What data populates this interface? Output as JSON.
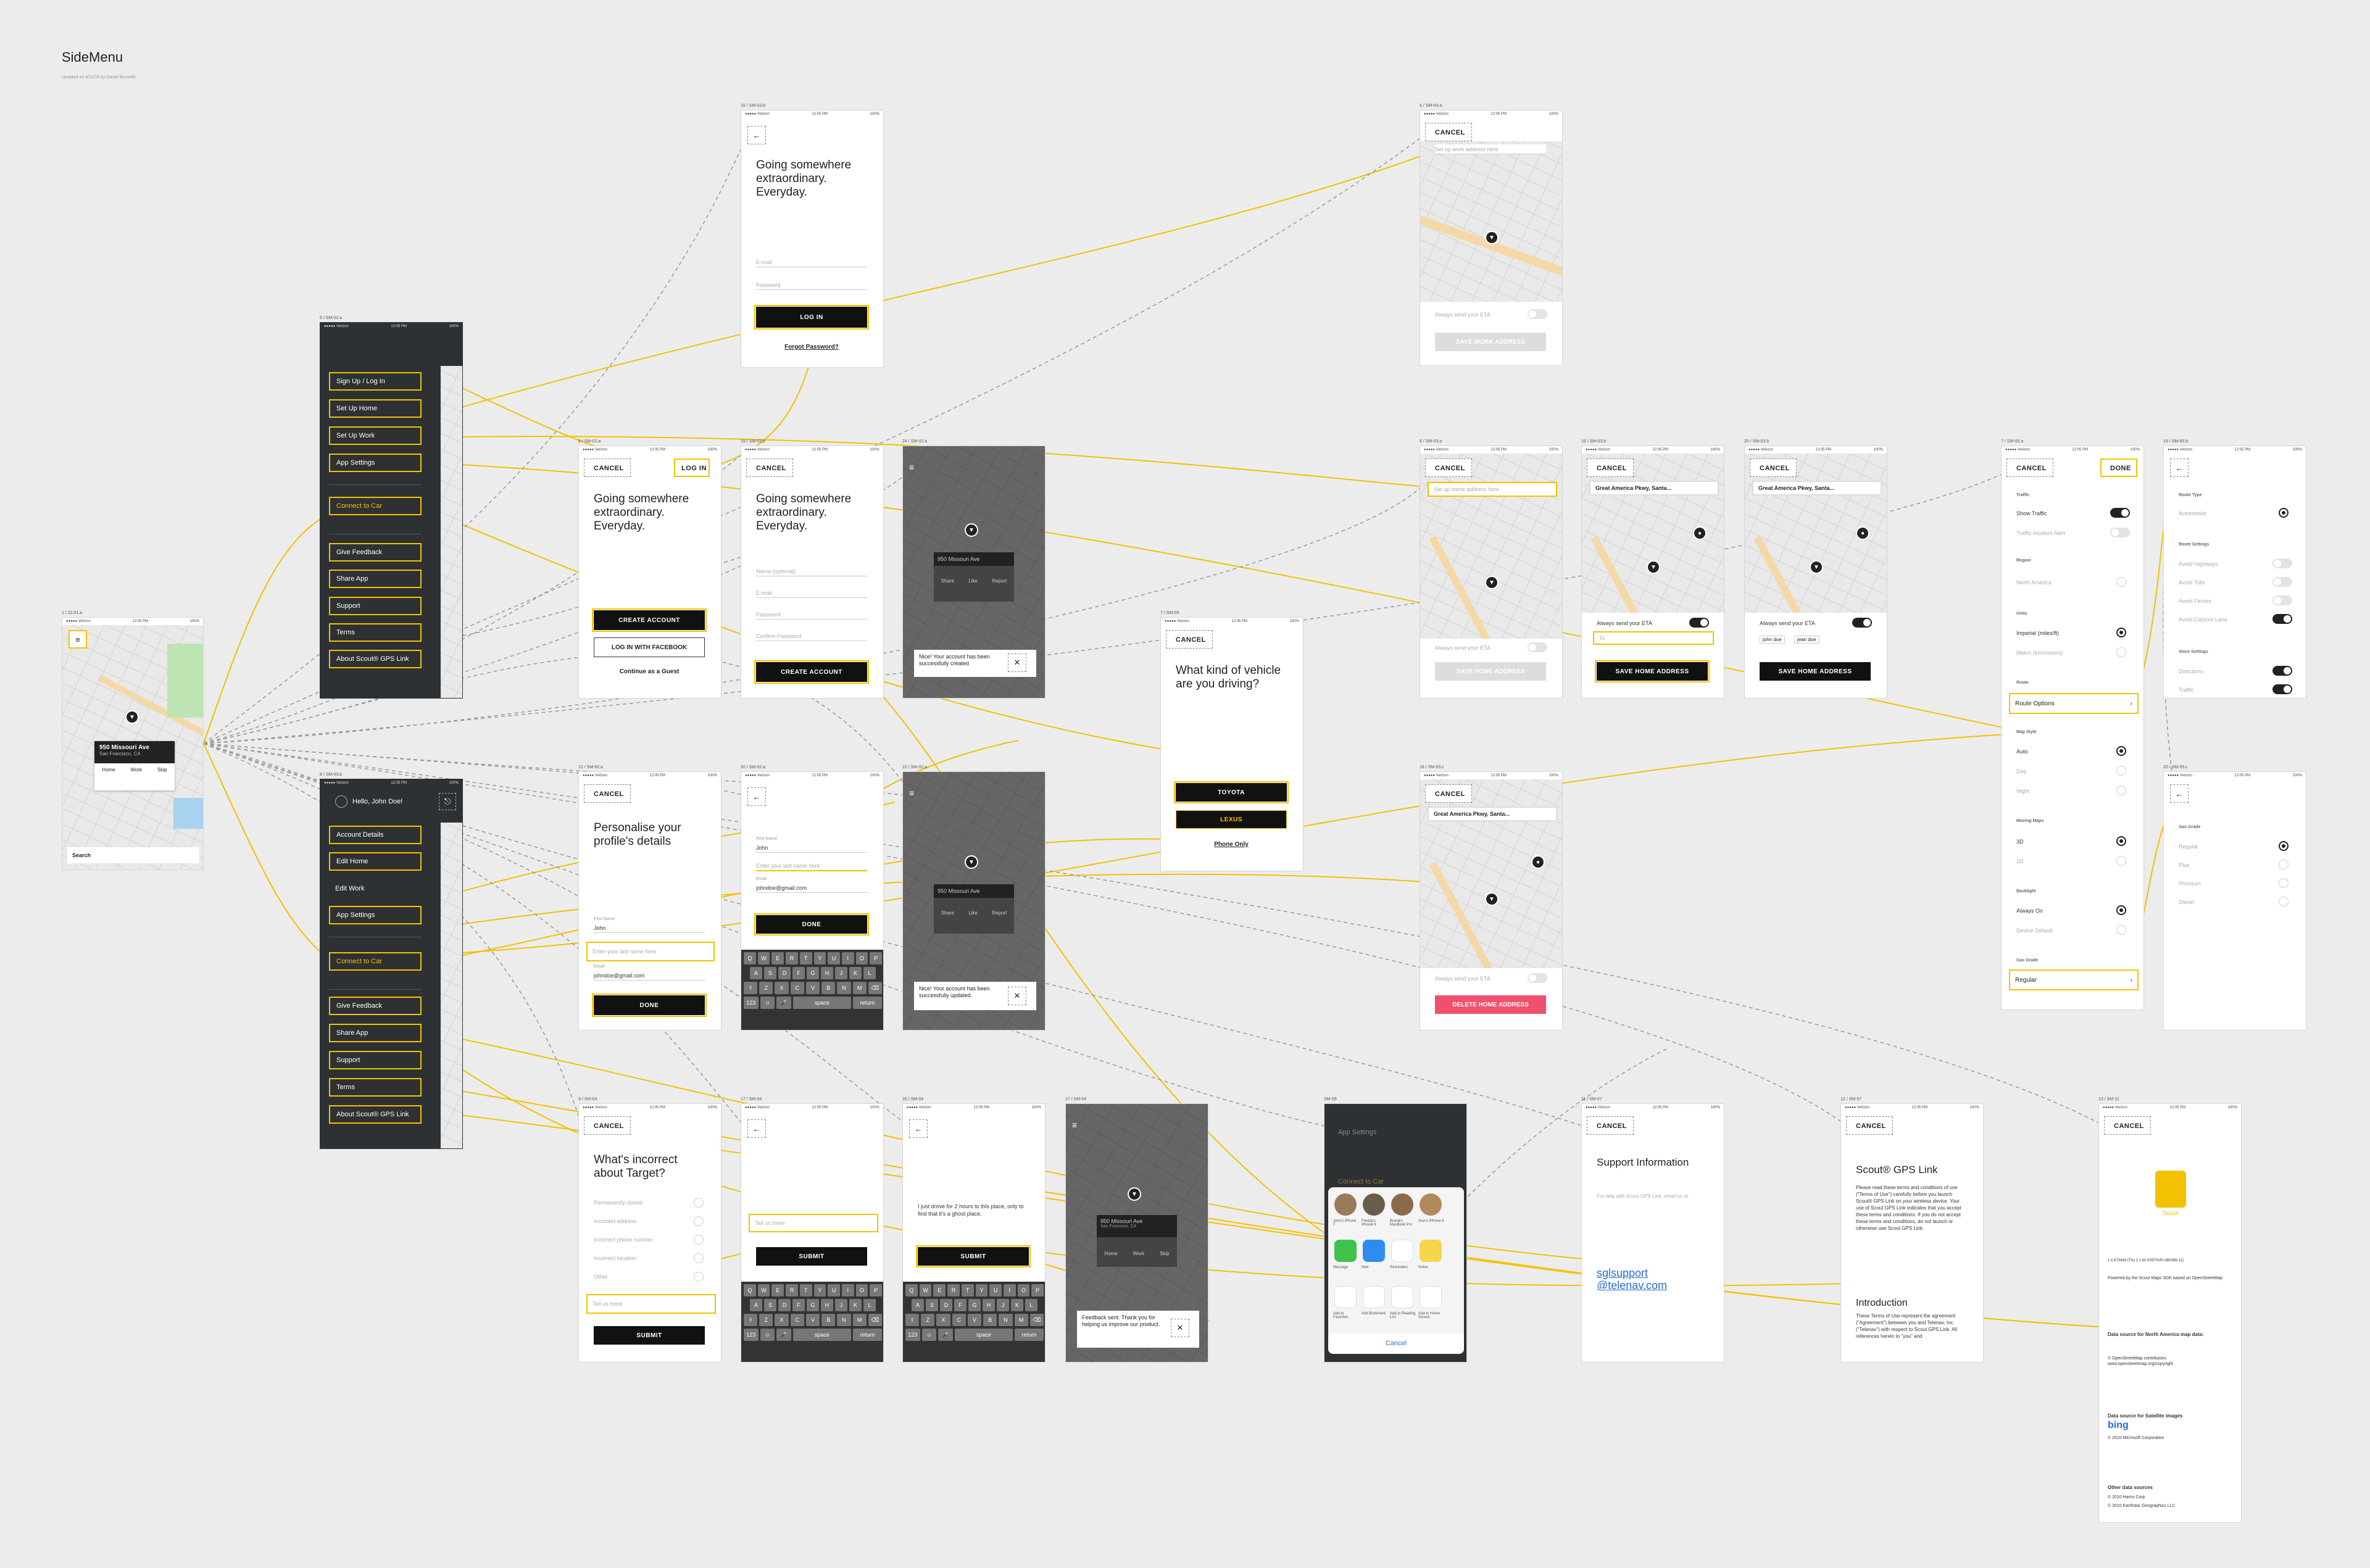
{
  "doc": {
    "title": "SideMenu",
    "subtitle": "Updated on 4/11/16 by Daniel Brunelle"
  },
  "main": {
    "label": "1 / 22.01.a",
    "status": {
      "carrier": "●●●●● Verizon",
      "time": "12:05 PM",
      "battery": "100%"
    },
    "card_title": "950 Missouri Ave",
    "card_sub": "San Francisco, CA",
    "actions": [
      "Home",
      "Work",
      "Skip"
    ],
    "search": "Search"
  },
  "menu1": {
    "label": "6 / SM-02.a",
    "items": [
      "Sign Up / Log In",
      "Set Up Home",
      "Set Up Work",
      "App Settings",
      "Connect to Car",
      "Give Feedback",
      "Share App",
      "Support",
      "Terms",
      "About Scout® GPS Link"
    ]
  },
  "menu2": {
    "label": "8 / SM-03.b",
    "greeting": "Hello, John Doe!",
    "items": [
      "Account Details",
      "Edit Home",
      "Edit Work",
      "App Settings",
      "Connect to Car",
      "Give Feedback",
      "Share App",
      "Support",
      "Terms",
      "About Scout® GPS Link"
    ]
  },
  "login1": {
    "label": "16 / SM-03.b",
    "heading": "Going somewhere extraordinary. Everyday.",
    "email": "E-mail",
    "password": "Password",
    "login_btn": "LOG IN",
    "forgot": "Forgot Password?"
  },
  "signup": {
    "label": "8 / SM-02.a",
    "cancel": "CANCEL",
    "login": "LOG IN",
    "heading": "Going somewhere extraordinary. Everyday.",
    "create_btn": "CREATE ACCOUNT",
    "fb_btn": "LOG IN WITH FACEBOOK",
    "guest": "Continue as a Guest"
  },
  "create": {
    "label": "19 / SM-03.b",
    "cancel": "CANCEL",
    "heading": "Going somewhere extraordinary. Everyday.",
    "name": "Name (optional)",
    "email": "E-mail",
    "password": "Password",
    "confirm": "Confirm Password",
    "btn": "CREATE ACCOUNT"
  },
  "created": {
    "label": "24 / SM-02.a",
    "card": "950 Missouri Ave",
    "actions": [
      "Share",
      "Like",
      "Report"
    ],
    "toast": "Nice! Your account has been successfully created"
  },
  "vehicle": {
    "label": "7 / SM-06",
    "cancel": "CANCEL",
    "heading": "What kind of vehicle are you driving?",
    "btn1": "TOYOTA",
    "btn2": "LEXUS",
    "phone_only": "Phone Only"
  },
  "profile": {
    "label": "12 / SM-02.a",
    "cancel": "CANCEL",
    "heading": "Personalise your profile's details",
    "first_label": "First Name",
    "first": "John",
    "last_placeholder": "Enter your last name here",
    "email_label": "Email",
    "email": "johndoe@gmail.com",
    "btn": "DONE"
  },
  "profile_kb": {
    "label": "20 / SM-02.a",
    "first_label": "First Name",
    "first": "John",
    "last_placeholder": "Enter your last name here",
    "email_label": "Email",
    "email": "johndoe@gmail.com",
    "btn": "DONE",
    "keys": [
      [
        "Q",
        "W",
        "E",
        "R",
        "T",
        "Y",
        "U",
        "I",
        "O",
        "P"
      ],
      [
        "A",
        "S",
        "D",
        "F",
        "G",
        "H",
        "J",
        "K",
        "L"
      ],
      [
        "⇧",
        "Z",
        "X",
        "C",
        "V",
        "B",
        "N",
        "M",
        "⌫"
      ],
      [
        "123",
        "☺",
        "🎤",
        "space",
        "return"
      ]
    ]
  },
  "updated": {
    "label": "22 / SM-02.a",
    "card": "950 Missouri Ave",
    "actions": [
      "Share",
      "Like",
      "Report"
    ],
    "toast": "Nice! Your account has been successfully updated."
  },
  "work": {
    "label": "6 / SM-04.a",
    "cancel": "CANCEL",
    "placeholder": "Set up work address here",
    "eta": "Always send your ETA",
    "btn": "SAVE WORK ADDRESS"
  },
  "home1": {
    "label": "6 / SM-03.a",
    "cancel": "CANCEL",
    "placeholder": "Set up home address here",
    "eta": "Always send your ETA",
    "btn": "SAVE HOME ADDRESS"
  },
  "home2": {
    "label": "16 / SM-03.b",
    "cancel": "CANCEL",
    "address": "Great America Pkwy, Santa...",
    "eta": "Always send your ETA",
    "to": "To:",
    "btn": "SAVE HOME ADDRESS"
  },
  "home3": {
    "label": "20 / SM-03.b",
    "cancel": "CANCEL",
    "address": "Great America Pkwy, Santa...",
    "eta": "Always send your ETA",
    "chips": [
      "john doe",
      "jean doe"
    ],
    "btn": "SAVE HOME ADDRESS"
  },
  "home4": {
    "label": "18 / SM-03.c",
    "cancel": "CANCEL",
    "address": "Great America Pkwy, Santa...",
    "eta": "Always send your ETA",
    "btn": "DELETE HOME ADDRESS"
  },
  "settings": {
    "label": "7 / SM-05.a",
    "cancel": "CANCEL",
    "done": "DONE",
    "traffic": "Traffic",
    "show_traffic": "Show Traffic",
    "incident": "Traffic Incident Alert",
    "region": "Region",
    "north_america": "North America",
    "units": "Units",
    "imperial": "Imperial (miles/ft)",
    "metric": "Metric (km/meters)",
    "route": "Route",
    "route_options": "Route Options",
    "map_style": "Map Style",
    "auto": "Auto",
    "day": "Day",
    "night": "Night",
    "moving_maps": "Moving Maps",
    "3d": "3D",
    "2d": "2D",
    "backlight": "Backlight",
    "always_on": "Always On",
    "device_default": "Device Default",
    "gas_grade": "Gas Grade",
    "regular": "Regular"
  },
  "route_opts": {
    "label": "19 / SM-05.b",
    "route_type": "Route Type",
    "automobile": "Automobile",
    "route_settings": "Route Settings",
    "highways": "Avoid Highways",
    "tolls": "Avoid Tolls",
    "ferries": "Avoid Ferries",
    "carpool": "Avoid Carpool Lane",
    "voice": "Voice Settings",
    "directions": "Directions",
    "traffic": "Traffic"
  },
  "gas": {
    "label": "20 / SM-05.c",
    "gas_grade": "Gas Grade",
    "options": [
      "Regular",
      "Plus",
      "Premium",
      "Diesel"
    ]
  },
  "incorrect": {
    "label": "9 / SM-04",
    "cancel": "CANCEL",
    "heading": "What's incorrect about Target?",
    "options": [
      "Permanently closed",
      "Incorrect address",
      "Incorrect phone number",
      "Incorrect location",
      "Other"
    ],
    "tell": "Tell us more",
    "btn": "SUBMIT"
  },
  "incorrect_kb": {
    "label": "17 / SM-04",
    "tell": "Tell us more",
    "btn": "SUBMIT"
  },
  "feedback_kb": {
    "label": "26 / SM-04",
    "text": "I just drove for 2 hours to this place, only to find that it's a ghost place.",
    "btn": "SUBMIT"
  },
  "feedback_sent": {
    "label": "27 / SM-04",
    "card": "950 Missouri Ave",
    "card_sub": "San Francisco, CA",
    "actions": [
      "Home",
      "Work",
      "Skip"
    ],
    "toast": "Feedback sent. Thank you for helping us improve our product."
  },
  "share": {
    "label": "SM-09",
    "title": "App Settings",
    "connect": "Connect to Car",
    "people": [
      "John's iPhone 7",
      "Freddy's iPhone 6",
      "Brandi's MacBook Pro",
      "Alan's iPhone 6"
    ],
    "apps": [
      "Message",
      "Mail",
      "Reminders",
      "Notes"
    ],
    "actions": [
      "Add to Favorites",
      "Add Bookmark",
      "Add to Reading List",
      "Add to Home Screen"
    ],
    "cancel": "Cancel"
  },
  "support": {
    "label": "11 / SM-07",
    "cancel": "CANCEL",
    "heading": "Support Information",
    "sub": "For help with Scout GPS Link, email us at:",
    "email1": "sglsupport",
    "email2": "@telenav.com"
  },
  "terms": {
    "label": "12 / SM-07",
    "cancel": "CANCEL",
    "heading": "Scout® GPS Link",
    "body": "Please read these terms and conditions of use (\"Terms of Use\") carefully before you launch Scout® GPS Link on your wireless device. Your use of Scout GPS Link indicates that you accept these terms and conditions. If you do not accept these terms and conditions, do not launch or otherwise use Scout GPS Link.",
    "intro": "Introduction",
    "intro_body": "These Terms of Use represent the agreement (\"Agreement\") between you and Telenav, Inc. (\"Telenav\") with respect to Scout GPS Link. All references herein to \"you\" and"
  },
  "about": {
    "label": "13 / SM-11",
    "cancel": "CANCEL",
    "logo_text": "Scout",
    "version": "1.0.873449 (Thu 2.1.60.00970VR-UB0086-11)",
    "powered": "Powered by the Scout Maps SDK based on OpenStreetMap",
    "na_head": "Data source for North America map data:",
    "na_body": "© OpenStreetMap contributors www.openstreetmap.org/copyright",
    "sat_head": "Data source for Satellite images",
    "bing": "bing",
    "ms": "© 2010 Microsoft Corporation",
    "other_head": "Other data sources",
    "other1": "© 2010 Harris Corp",
    "other2": "© 2010 Earthstar Geographics LLC"
  },
  "colors": {
    "accent": "#f2c200",
    "dark": "#2e3133",
    "delete": "#f0506e",
    "wire_dashed": "#999999"
  }
}
